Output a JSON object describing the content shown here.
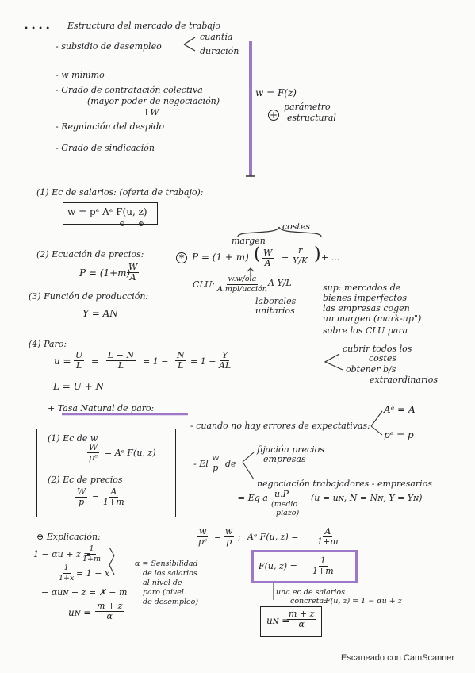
{
  "header": {
    "dots": "• • • •",
    "title": "Estructura del mercado de trabajo"
  },
  "structure": {
    "subsidio": "- subsidio de desempleo",
    "cuantia": "cuantía",
    "duracion": "duración",
    "wmin": "- w mínimo",
    "grado1": "- Grado de contratación colectiva",
    "grado2": "(mayor poder de negociación)",
    "grado3": "↑W",
    "despido": "- Regulación del despido",
    "sindic": "- Grado de sindicación",
    "wf": "w = F(z)",
    "plus": "+",
    "param1": "parámetro",
    "param2": "estructural"
  },
  "salarios": {
    "title": "(1) Ec de salarios: (oferta de trabajo):",
    "formula": "w = pᵉ Aᵉ F(u, z)",
    "minus": "⊖",
    "plusc": "⊕"
  },
  "precios": {
    "title": "(2) Ecuación de precios:",
    "lhs": "P = (1+m)",
    "num": "W",
    "den": "A",
    "nota": "*",
    "costes": "costes",
    "margen": "margen",
    "big1": "P = (1 + m)",
    "big_w": "W",
    "big_a": "A",
    "big_r": "r",
    "big_yk": "Y/K",
    "big_rest": "+ ...",
    "clu": "CLU:",
    "clu_num": "w.w/ola",
    "clu_den": "A.mpl/ucción",
    "xyl": "Λ Y/L",
    "lab1": "laborales",
    "lab2": "unitarios",
    "sup1": "sup: mercados de",
    "sup2": "bienes imperfectos",
    "sup3": "las empresas cogen",
    "sup4": "un margen (mark-up\")",
    "sup5": "sobre los CLU para",
    "cub1": "cubrir todos los",
    "cub2": "costes",
    "obt1": "obtener b/s",
    "obt2": "extraordinarios"
  },
  "produccion": {
    "title": "(3) Función de producción:",
    "formula": "Y = AN"
  },
  "paro": {
    "title": "(4) Paro:",
    "u": "u =",
    "un": "U",
    "ud": "L",
    "eq1": "=",
    "l_n": "L − N",
    "l_d": "L",
    "eq2": "= 1 −",
    "n_n": "N",
    "n_d": "L",
    "eq3": "= 1 −",
    "y_n": "Y",
    "y_d": "AL",
    "l": "L = U + N"
  },
  "tasa": {
    "title": "+ Tasa Natural de paro:",
    "ec1": "(1) Ec de w",
    "w_n": "W",
    "w_d": "pᵉ",
    "ec1r": "= Aᵉ F(u, z)",
    "ec2": "(2) Ec de precios",
    "wp_n": "W",
    "wp_d": "p",
    "ec2r": "=",
    "a_n": "A",
    "a_d": "1+m",
    "cuando": "- cuando no hay errores de expectativas:",
    "ae": "Aᵉ = A",
    "pe": "pᵉ = p",
    "el": "- El",
    "el_n": "w",
    "el_d": "p",
    "de": "de",
    "fij1": "fijación precios",
    "fij2": "empresas",
    "neg": "negociación trabajadores - empresarios",
    "eq": "⇒ Eq a",
    "up": "u.P",
    "medio1": "(medio",
    "medio2": "plazo)",
    "eq_r": "(u = uɴ, N = Nɴ, Y = Yɴ)"
  },
  "explicacion": {
    "title": "⊕ Explicación:",
    "l1": "1 − αu + z =",
    "l1n": "1",
    "l1d": "1+m",
    "l2n": "1",
    "l2d": "1+x",
    "l2r": "= 1 − x",
    "l3": "− αuɴ + z = ✗ − m",
    "un": "uɴ =",
    "unn": "m + z",
    "und": "α",
    "a1": "α = Sensibilidad",
    "a2": "de los salarios",
    "a3": "al nivel de",
    "a4": "paro (nivel",
    "a5": "de desempleo)",
    "r1_n1": "w",
    "r1_d1": "pᵉ",
    "r1_eq": "=",
    "r1_n2": "w",
    "r1_d2": "p",
    "r1_semi": ";",
    "r1_mid": "Aᵉ F(u, z) =",
    "r1_n3": "A",
    "r1_d3": "1+m",
    "f_lhs": "F(u, z) =",
    "f_n": "1",
    "f_d": "1+m",
    "c1": "una ec de salarios",
    "c2": "concreta:",
    "c3": "F(u, z) = 1 − αu + z",
    "u_lhs": "uɴ =",
    "u_n": "m + z",
    "u_d": "α"
  },
  "footer": "Escaneado con CamScanner"
}
